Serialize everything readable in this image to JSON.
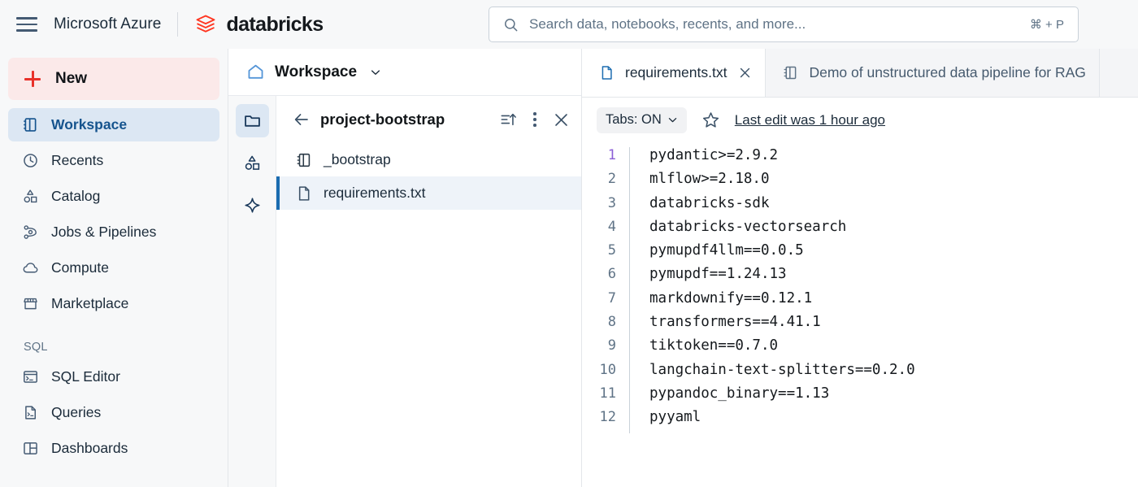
{
  "topbar": {
    "menu_icon": "hamburger-icon",
    "azure_label": "Microsoft Azure",
    "brand_name": "databricks",
    "brand_logo_icon": "databricks-logo-icon",
    "brand_color": "#ff3621"
  },
  "search": {
    "icon": "search-icon",
    "placeholder": "Search data, notebooks, recents, and more...",
    "shortcut": "⌘ + P"
  },
  "sidebar": {
    "new_button": {
      "label": "New",
      "icon": "plus-icon",
      "accent": "#e8312a",
      "background": "#fbe9e9"
    },
    "items": [
      {
        "label": "Workspace",
        "icon": "workspace-icon",
        "active": true
      },
      {
        "label": "Recents",
        "icon": "clock-icon",
        "active": false
      },
      {
        "label": "Catalog",
        "icon": "catalog-shapes-icon",
        "active": false
      },
      {
        "label": "Jobs & Pipelines",
        "icon": "pipelines-icon",
        "active": false
      },
      {
        "label": "Compute",
        "icon": "cloud-icon",
        "active": false
      },
      {
        "label": "Marketplace",
        "icon": "storefront-icon",
        "active": false
      }
    ],
    "section_label": "SQL",
    "sql_items": [
      {
        "label": "SQL Editor",
        "icon": "sql-editor-icon"
      },
      {
        "label": "Queries",
        "icon": "queries-icon"
      },
      {
        "label": "Dashboards",
        "icon": "dashboards-icon"
      }
    ],
    "active_color": "#16548e",
    "active_background": "#dce7f3"
  },
  "workspace_panel": {
    "header": {
      "icon": "home-icon",
      "title": "Workspace",
      "chevron": "chevron-down-icon"
    },
    "rail": [
      {
        "icon": "folder-icon",
        "active": true
      },
      {
        "icon": "catalog-shapes-icon",
        "active": false
      },
      {
        "icon": "sparkle-icon",
        "active": false
      }
    ],
    "tree_header": {
      "back_icon": "arrow-left-icon",
      "folder_name": "project-bootstrap",
      "sort_icon": "sort-ascending-icon",
      "more_icon": "kebab-menu-icon",
      "close_icon": "close-icon"
    },
    "files": [
      {
        "name": "_bootstrap",
        "icon": "notebook-icon",
        "selected": false
      },
      {
        "name": "requirements.txt",
        "icon": "file-icon",
        "selected": true
      }
    ],
    "selection_accent": "#1b6cb0",
    "selection_background": "#eef3f9"
  },
  "editor": {
    "tabs": [
      {
        "label": "requirements.txt",
        "icon": "file-icon",
        "active": true,
        "close_icon": "close-icon"
      },
      {
        "label": "Demo of unstructured data pipeline for RAG",
        "icon": "notebook-icon",
        "active": false
      }
    ],
    "toolbar": {
      "tabs_toggle_label": "Tabs: ON",
      "tabs_toggle_chevron": "chevron-down-icon",
      "star_icon": "star-icon",
      "last_edit_label": "Last edit was 1 hour ago"
    },
    "cursor_line": 1,
    "cursor_line_color": "#8b5fd6",
    "lines": [
      {
        "n": "1",
        "text": "pydantic>=2.9.2"
      },
      {
        "n": "2",
        "text": "mlflow>=2.18.0"
      },
      {
        "n": "3",
        "text": "databricks-sdk"
      },
      {
        "n": "4",
        "text": "databricks-vectorsearch"
      },
      {
        "n": "5",
        "text": "pymupdf4llm==0.0.5"
      },
      {
        "n": "6",
        "text": "pymupdf==1.24.13"
      },
      {
        "n": "7",
        "text": "markdownify==0.12.1"
      },
      {
        "n": "8",
        "text": "transformers==4.41.1"
      },
      {
        "n": "9",
        "text": "tiktoken==0.7.0"
      },
      {
        "n": "10",
        "text": "langchain-text-splitters==0.2.0"
      },
      {
        "n": "11",
        "text": "pypandoc_binary==1.13"
      },
      {
        "n": "12",
        "text": "pyyaml"
      }
    ]
  }
}
